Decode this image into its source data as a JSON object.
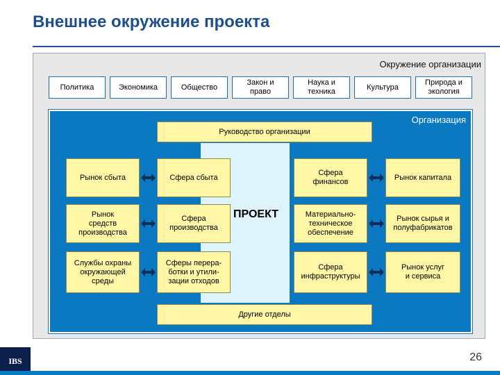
{
  "slide": {
    "title": "Внешнее окружение проекта",
    "page_number": "26",
    "logo_text": "IBS"
  },
  "environment": {
    "label": "Окружение организации",
    "factors": [
      "Политика",
      "Экономика",
      "Общество",
      "Закон и\nправо",
      "Наука и\nтехника",
      "Культура",
      "Природа и\nэкология"
    ]
  },
  "organization": {
    "label": "Организация",
    "management": "Руководство организации",
    "other_departments": "Другие отделы",
    "project": "ПРОЕКТ",
    "internal_left": [
      "Сфера сбыта",
      "Сфера\nпроизводства",
      "Сферы перера-\nботки и утили-\nзации отходов"
    ],
    "internal_right": [
      "Сфера\nфинансов",
      "Материально-\nтехническое\nобеспечение",
      "Сфера\nинфраструктуры"
    ],
    "external_left": [
      "Рынок сбыта",
      "Рынок\nсредств\nпроизводства",
      "Службы охраны\nокружающей\nсреды"
    ],
    "external_right": [
      "Рынок капитала",
      "Рынок сырья и\nполуфабрикатов",
      "Рынок услуг\nи сервиса"
    ]
  },
  "colors": {
    "title": "#1f4e8c",
    "organization_fill": "#0b78c2",
    "box_fill": "#fff6a6",
    "inner_fill": "#dff3fb"
  }
}
